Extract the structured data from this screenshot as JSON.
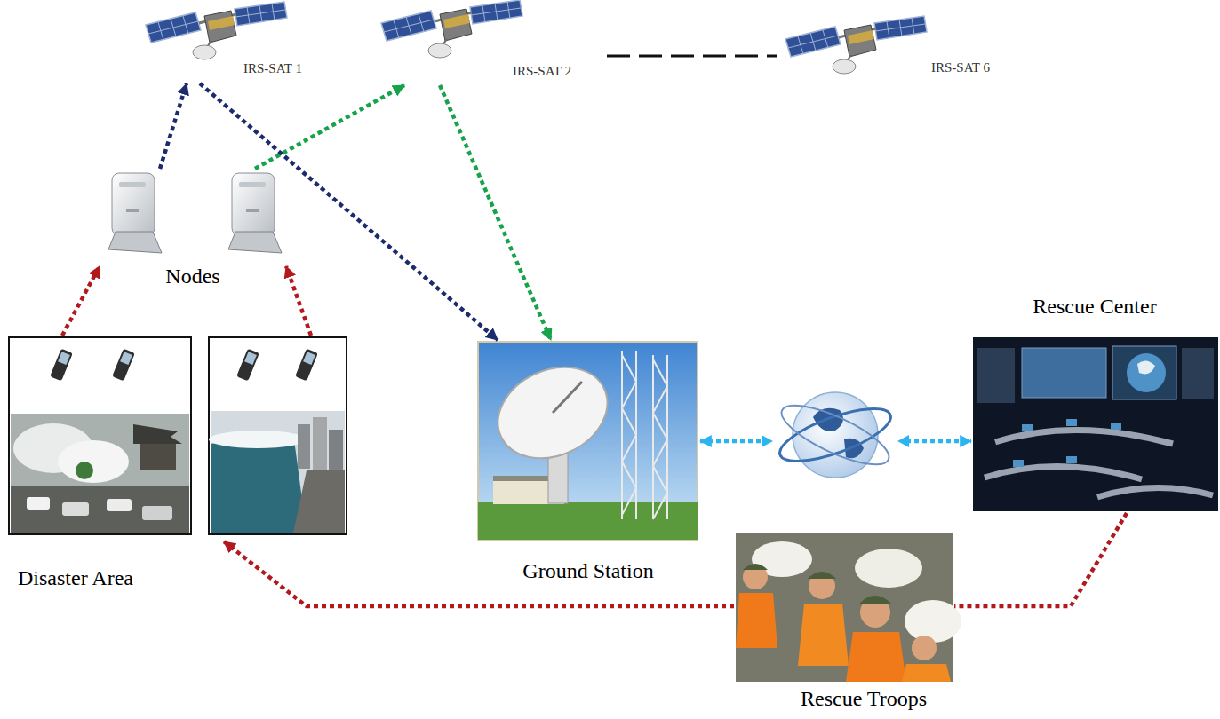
{
  "diagram": {
    "nodes": [
      {
        "text": [
          "IRS-SAT 1"
        ]
      },
      {
        "text": [
          "IRS-SAT 2"
        ]
      },
      {
        "text": [
          "IRS-SAT 6"
        ]
      },
      {
        "text": [
          "Nodes"
        ]
      },
      {
        "text": [
          "Disaster Area"
        ]
      },
      {
        "text": [
          "Ground Station"
        ]
      },
      {
        "text": [
          "Rescue Center"
        ]
      },
      {
        "text": [
          "Rescue Troops"
        ]
      }
    ],
    "edges": [
      {
        "from": 3,
        "to": 0,
        "arrow": "to"
      },
      {
        "from": 3,
        "to": 1,
        "arrow": "to"
      },
      {
        "from": 0,
        "to": 5,
        "arrow": "to"
      },
      {
        "from": 1,
        "to": 5,
        "arrow": "to"
      },
      {
        "from": 4,
        "to": 3,
        "arrow": "to"
      },
      {
        "from": 4,
        "to": 3,
        "arrow": "to"
      },
      {
        "from": 5,
        "to": 6,
        "arrow": "both"
      },
      {
        "from": 6,
        "to": 7,
        "arrow": "none"
      },
      {
        "from": 7,
        "to": 4,
        "arrow": "to"
      }
    ]
  }
}
